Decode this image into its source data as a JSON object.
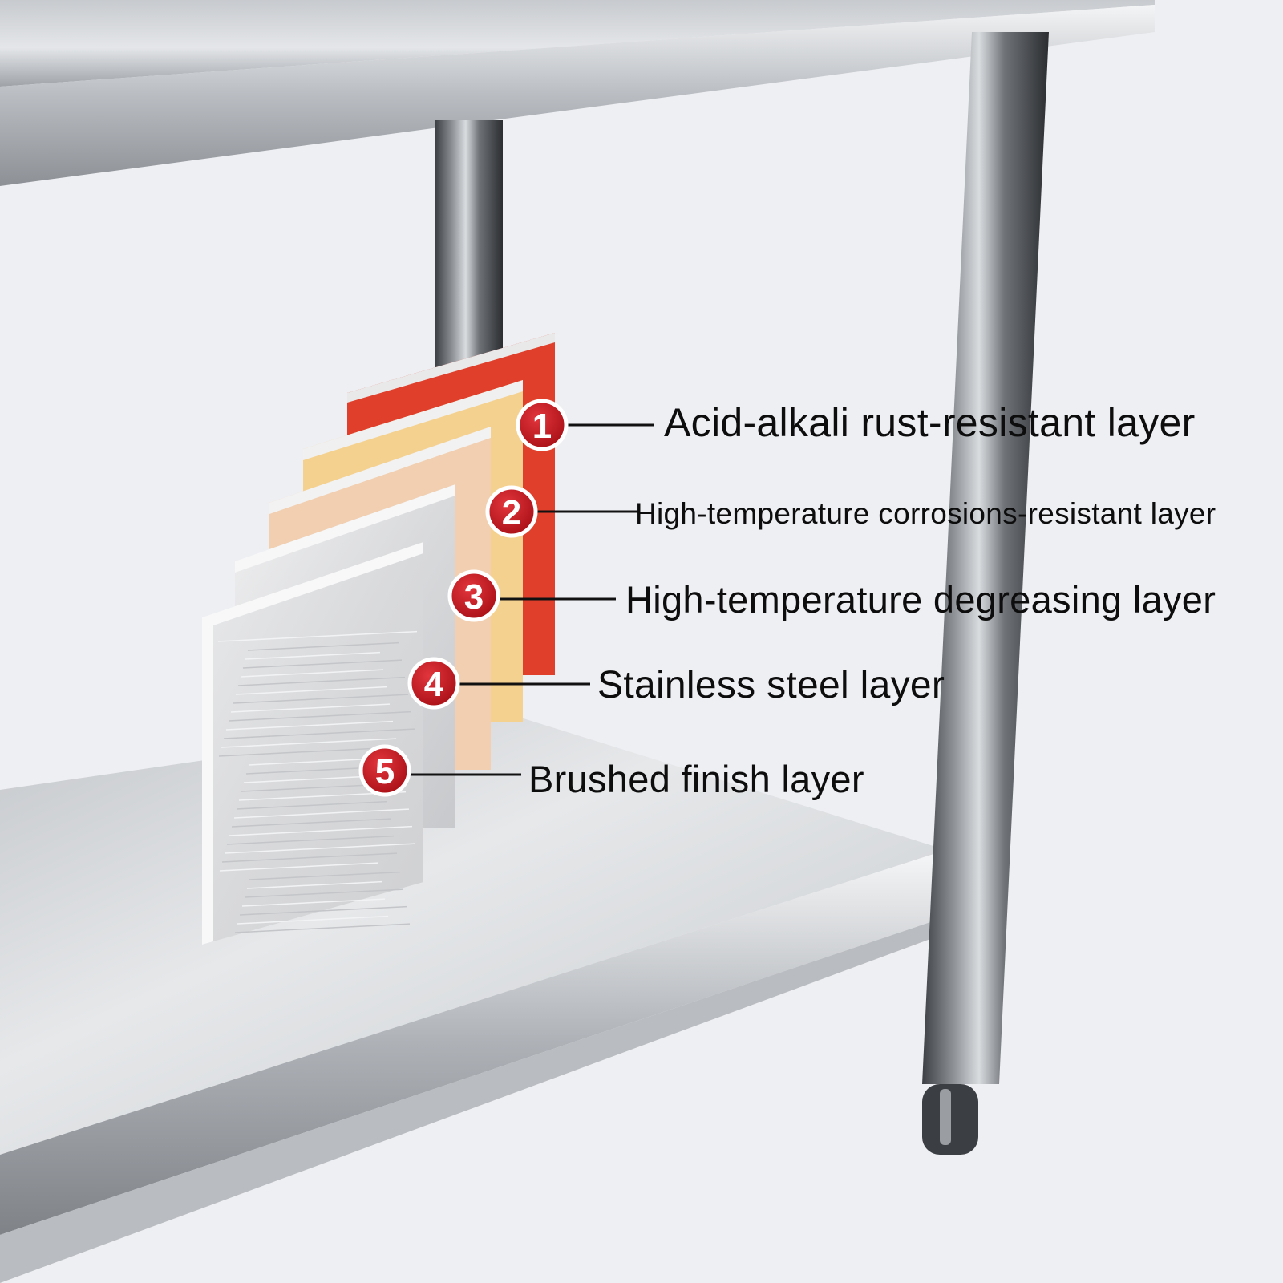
{
  "callouts": [
    {
      "number": "1",
      "label": "Acid-alkali rust-resistant layer"
    },
    {
      "number": "2",
      "label": "High-temperature corrosions-resistant layer"
    },
    {
      "number": "3",
      "label": "High-temperature degreasing layer"
    },
    {
      "number": "4",
      "label": "Stainless steel layer"
    },
    {
      "number": "5",
      "label": "Brushed finish layer"
    }
  ],
  "colors": {
    "background": "#eeeff3",
    "badge": "#c0161e",
    "layer_1": "#e0402b",
    "layer_2": "#f5d190",
    "layer_3": "#f1cfb0",
    "layer_4": "#d6d8dc",
    "layer_5": "#dedfe1"
  }
}
